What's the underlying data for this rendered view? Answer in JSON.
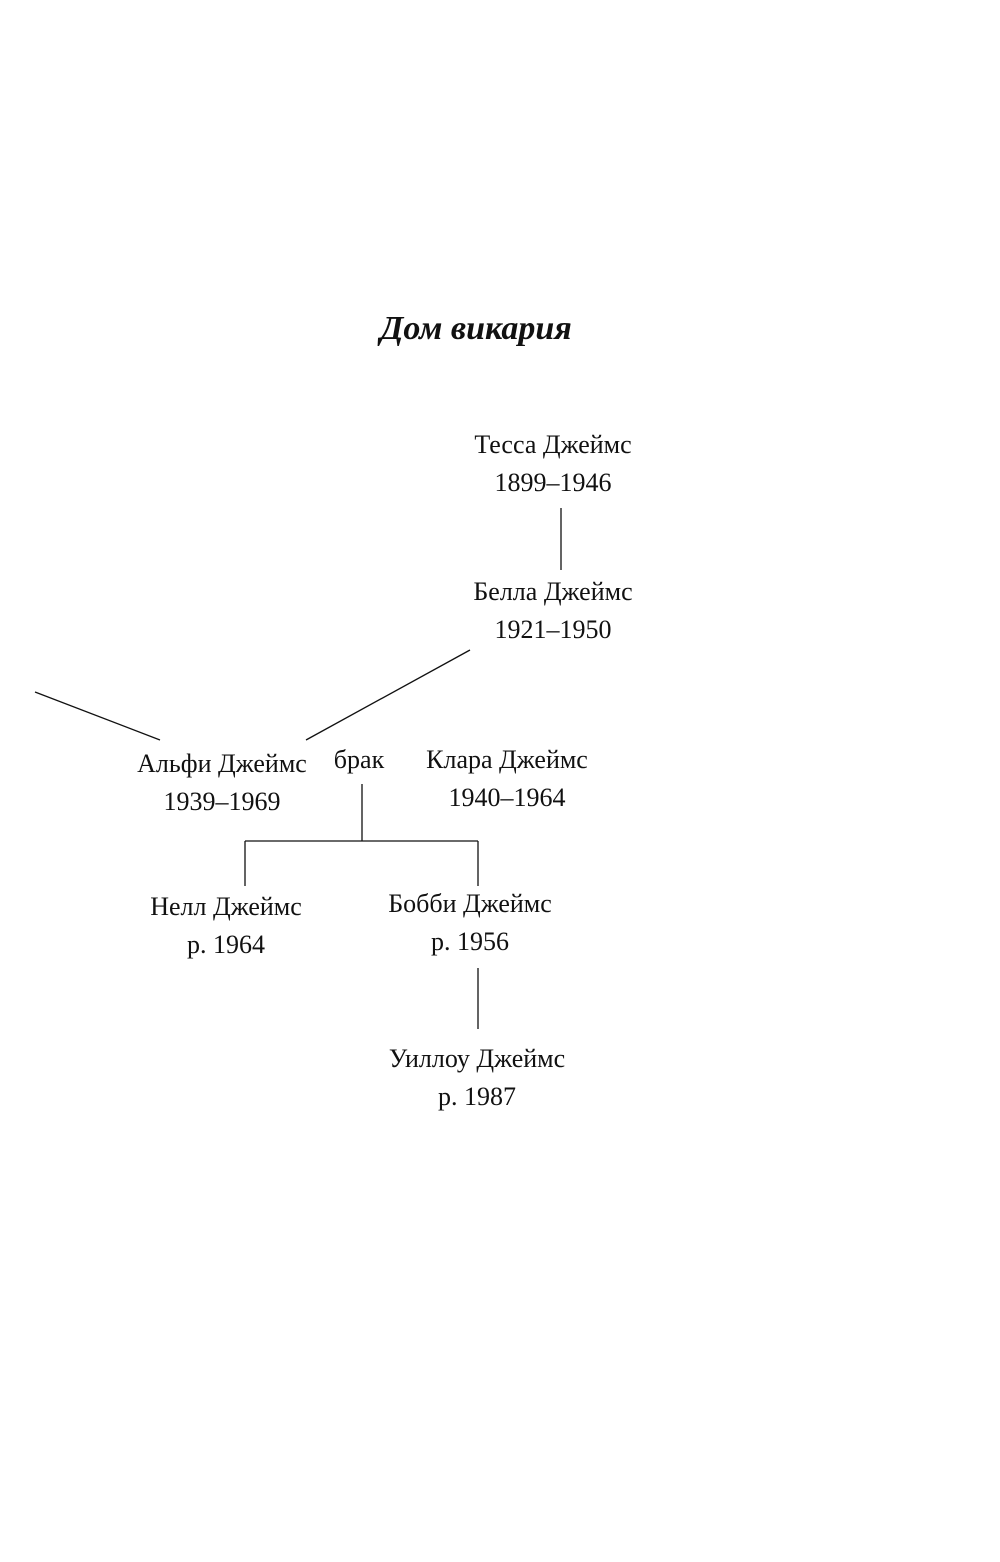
{
  "title": "Дом викария",
  "people": [
    {
      "name": "Тесса Джеймс",
      "dates": "1899–1946"
    },
    {
      "name": "Белла Джеймс",
      "dates": "1921–1950"
    },
    {
      "name": "Альфи Джеймс",
      "dates": "1939–1969"
    },
    {
      "name": "Клара Джеймс",
      "dates": "1940–1964"
    },
    {
      "name": "Нелл Джеймс",
      "dates": "р. 1964"
    },
    {
      "name": "Бобби Джеймс",
      "dates": "р. 1956"
    },
    {
      "name": "Уиллоу Джеймс",
      "dates": "р. 1987"
    }
  ],
  "marriage_label": "брак"
}
